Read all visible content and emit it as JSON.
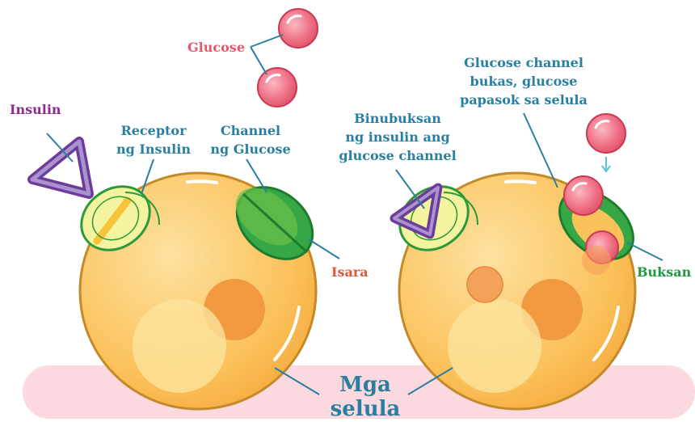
{
  "colors": {
    "label_teal": "#2a7fa0",
    "label_purple": "#8e2a90",
    "label_pink": "#e8576e",
    "label_red": "#e0573a",
    "label_green": "#1f9a3e",
    "cell_fill": "#fbc15a",
    "band_fill": "#fbd9df",
    "glucose": "#ef6f84",
    "insulin": "#6d3c9a",
    "receptor": "#f3f3a0",
    "channel": "#35a845"
  },
  "labels": {
    "glucose": "Glucose",
    "insulin": "Insulin",
    "receptor": [
      "Receptor",
      "ng Insulin"
    ],
    "channel": [
      "Channel",
      "ng Glucose"
    ],
    "closed": "Isara",
    "opens": [
      "Binubuksan",
      "ng insulin ang",
      "glucose channel"
    ],
    "open_channel": [
      "Glucose channel",
      "bukas, glucose",
      "papasok sa selula"
    ],
    "open": "Buksan",
    "cells": [
      "Mga",
      "selula"
    ]
  }
}
